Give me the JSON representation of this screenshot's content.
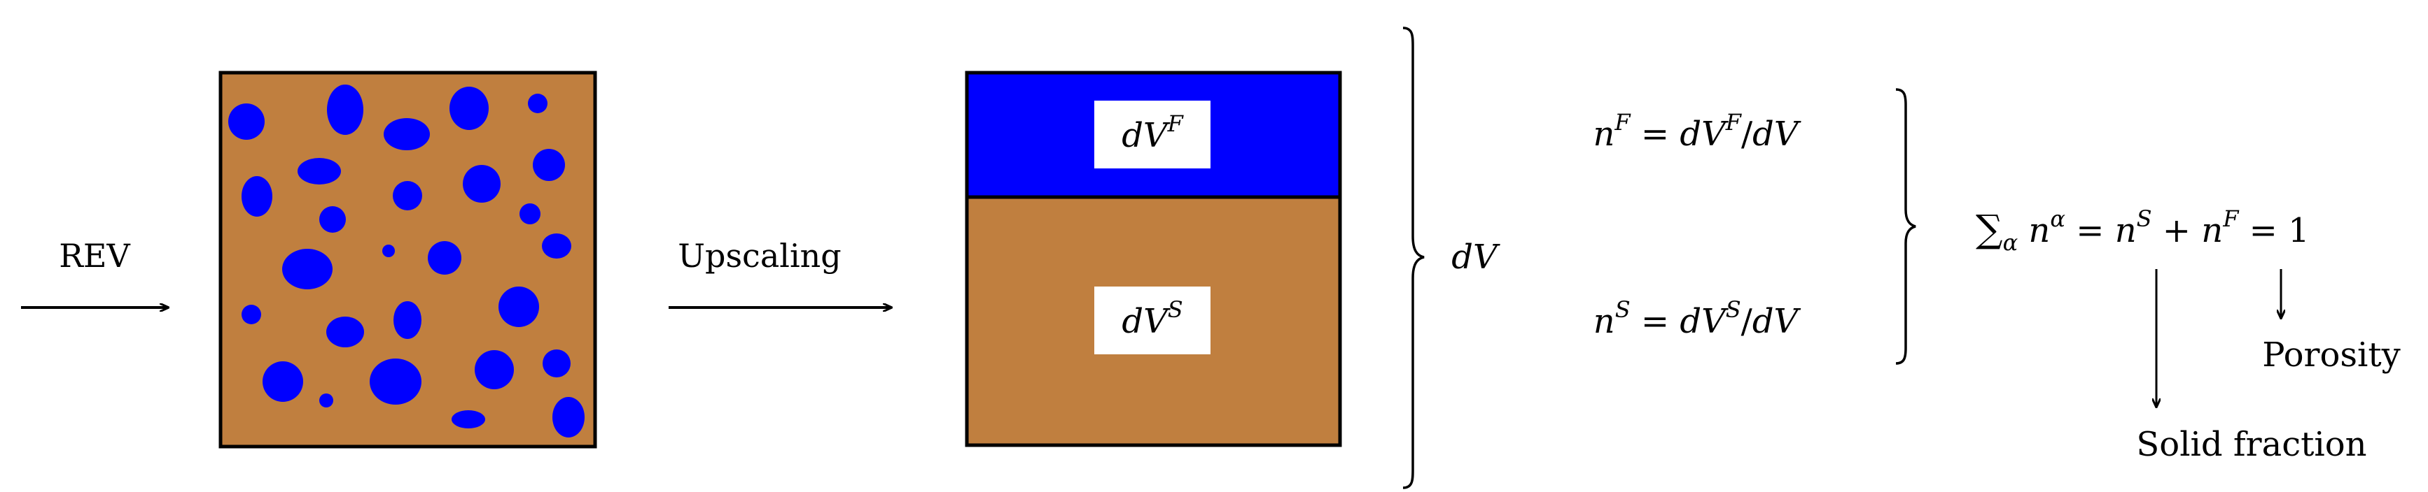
{
  "labels": {
    "rev": "REV",
    "upscaling": "Upscaling",
    "dvf_box": "dV^F",
    "dvs_box": "dV^S",
    "dv": "dV",
    "porosity": "Porosity",
    "solid_fraction": "Solid fraction"
  },
  "equations": {
    "nF": "n^F = dV^F/dV",
    "nS": "n^S = dV^S/dV",
    "sum": "∑_α n^α = n^S + n^F = 1"
  },
  "colors": {
    "solid": "#C07F3F",
    "fluid": "#0000FF",
    "stroke": "#000000"
  }
}
